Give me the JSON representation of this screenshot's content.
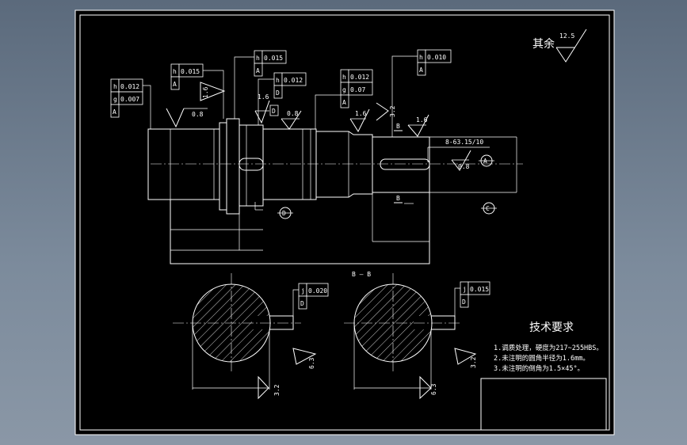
{
  "other_roughness": {
    "label": "其余",
    "value": "12.5"
  },
  "tolerance_frames": [
    {
      "symbol": "h",
      "value": "0.012"
    },
    {
      "symbol": "g",
      "value": "0.007"
    },
    {
      "datum": "A"
    },
    {
      "symbol": "h",
      "value": "0.015"
    },
    {
      "datum": "A"
    },
    {
      "symbol": "h",
      "value": "0.015"
    },
    {
      "datum": "A"
    },
    {
      "symbol": "h",
      "value": "0.012"
    },
    {
      "datum": "D"
    },
    {
      "symbol": "h",
      "value": "0.012"
    },
    {
      "symbol": "g",
      "value": "0.07"
    },
    {
      "datum": "A"
    },
    {
      "symbol": "h",
      "value": "0.010"
    },
    {
      "datum": "A"
    },
    {
      "symbol": "j",
      "value": "0.020"
    },
    {
      "datum": "D"
    },
    {
      "symbol": "j",
      "value": "0.015"
    },
    {
      "datum": "D"
    }
  ],
  "roughness_marks": [
    "0.8",
    "1.6",
    "1.6",
    "0.8",
    "1.6",
    "3.2",
    "1.6",
    "0.8",
    "6.3",
    "3.2",
    "3.2",
    "6.3"
  ],
  "datum_labels": [
    "D",
    "A",
    "C"
  ],
  "section_markers": [
    "B",
    "B"
  ],
  "keyway_callout": "8-63.15/10",
  "section_title": "B — B",
  "tech_requirements": {
    "title": "技术要求",
    "items": [
      "1.调质处理，硬度为217~255HBS。",
      "2.未注明的圆角半径为1.6mm。",
      "3.未注明的倒角为1.5×45°。"
    ]
  },
  "colors": {
    "background": "#000000",
    "lines": "#ffffff",
    "outer": "#6b7a8c"
  }
}
